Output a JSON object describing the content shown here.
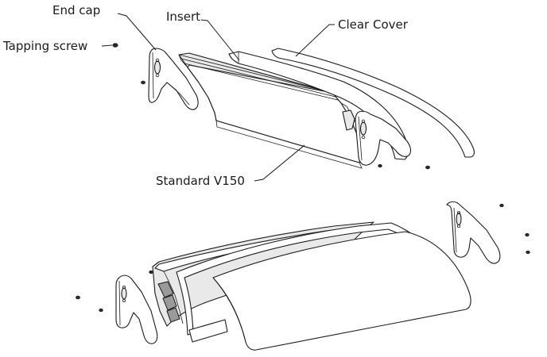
{
  "diagram": {
    "labels": {
      "end_cap": "End cap",
      "insert": "Insert",
      "clear_cover": "Clear Cover",
      "tapping_screw": "Tapping screw",
      "standard_profile": "Standard V150"
    }
  }
}
